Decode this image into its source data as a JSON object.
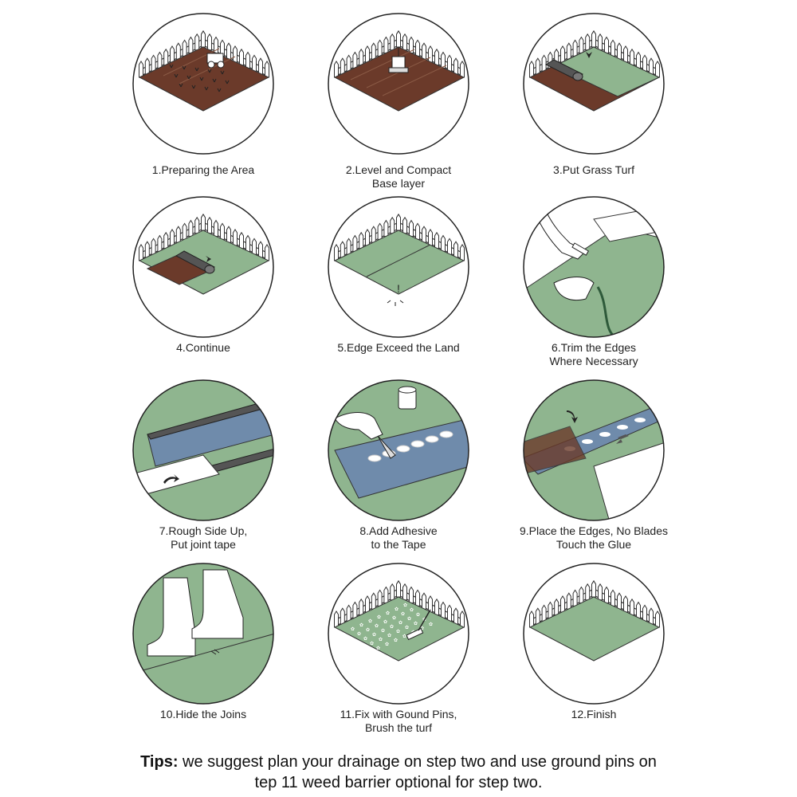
{
  "steps": [
    {
      "number": "1.",
      "lines": [
        "Preparing the Area"
      ],
      "scene": "soil-roller"
    },
    {
      "number": "2.",
      "lines": [
        "Level and Compact",
        "Base layer"
      ],
      "scene": "soil-compactor"
    },
    {
      "number": "3.",
      "lines": [
        "Put Grass Turf"
      ],
      "scene": "turf-roll"
    },
    {
      "number": "4.",
      "lines": [
        "Continue"
      ],
      "scene": "turf-roll-continue"
    },
    {
      "number": "5.",
      "lines": [
        "Edge Exceed the Land"
      ],
      "scene": "turf-edge"
    },
    {
      "number": "6.",
      "lines": [
        "Trim the Edges",
        "Where Necessary"
      ],
      "scene": "trim-knife"
    },
    {
      "number": "7.",
      "lines": [
        "Rough Side Up,",
        "Put joint tape"
      ],
      "scene": "joint-tape"
    },
    {
      "number": "8.",
      "lines": [
        "Add Adhesive",
        "to the Tape"
      ],
      "scene": "adhesive"
    },
    {
      "number": "9.",
      "lines": [
        "Place the Edges, No Blades",
        "Touch the Glue"
      ],
      "scene": "place-edges"
    },
    {
      "number": "10.",
      "lines": [
        "Hide the Joins"
      ],
      "scene": "boots"
    },
    {
      "number": "11.",
      "lines": [
        "Fix with Gound Pins,",
        "Brush the turf"
      ],
      "scene": "pins-brush"
    },
    {
      "number": "12.",
      "lines": [
        "Finish"
      ],
      "scene": "finish"
    }
  ],
  "tips": {
    "label": "Tips:",
    "line1": " we suggest plan your drainage on step two and use ground pins on",
    "line2": "tep 11 weed barrier optional for step two."
  },
  "colors": {
    "soil": "#6b3a2a",
    "grass": "#8fb58f",
    "tape": "#6f8bab",
    "outline": "#333333"
  }
}
